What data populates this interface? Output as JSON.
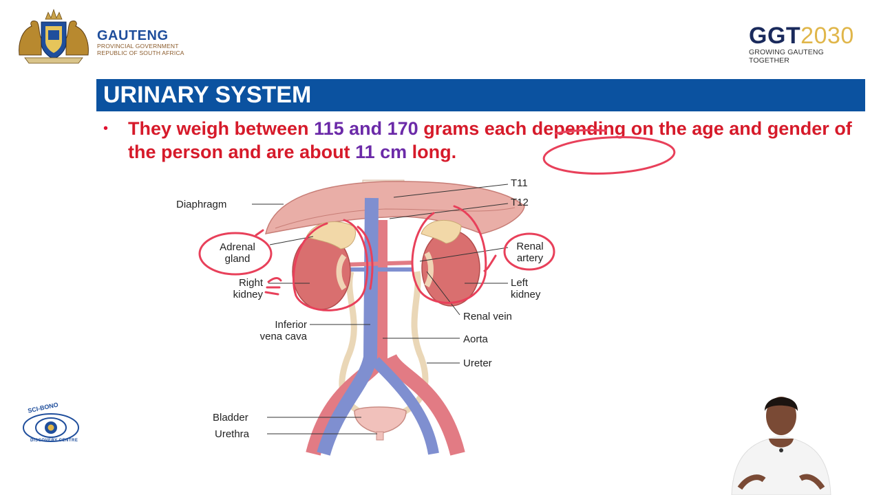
{
  "header": {
    "gauteng_title": "GAUTENG",
    "gauteng_sub1": "PROVINCIAL GOVERNMENT",
    "gauteng_sub2": "REPUBLIC OF SOUTH AFRICA",
    "ggt_part1": "GGT",
    "ggt_part2": "2030",
    "ggt_sub": "GROWING GAUTENG TOGETHER"
  },
  "slide": {
    "title": "URINARY SYSTEM",
    "bullet": {
      "seg1": "They weigh between ",
      "seg2": "115",
      "seg3": " and ",
      "seg4": "170",
      "seg5": " grams each depending on the age and gender of the person and are about ",
      "seg6": "11 cm",
      "seg7": " long."
    }
  },
  "diagram": {
    "labels": {
      "t11": "T11",
      "t12": "T12",
      "diaphragm": "Diaphragm",
      "adrenal_1": "Adrenal",
      "adrenal_2": "gland",
      "renal_artery_1": "Renal",
      "renal_artery_2": "artery",
      "right_kidney_1": "Right",
      "right_kidney_2": "kidney",
      "left_kidney_1": "Left",
      "left_kidney_2": "kidney",
      "renal_vein": "Renal vein",
      "ivc_1": "Inferior",
      "ivc_2": "vena cava",
      "aorta": "Aorta",
      "ureter": "Ureter",
      "bladder": "Bladder",
      "urethra": "Urethra"
    }
  },
  "footer": {
    "sci_bono_top": "SCI-BONO",
    "sci_bono_bottom": "DISCOVERY CENTRE"
  },
  "colors": {
    "title_bar": "#0b52a0",
    "bullet_red": "#d61a2a",
    "highlight_purple": "#6b2aa8",
    "annotation_pink": "#e8405a",
    "kidney": "#d96f6f",
    "artery": "#e27b84",
    "vein": "#7f8fd0"
  }
}
